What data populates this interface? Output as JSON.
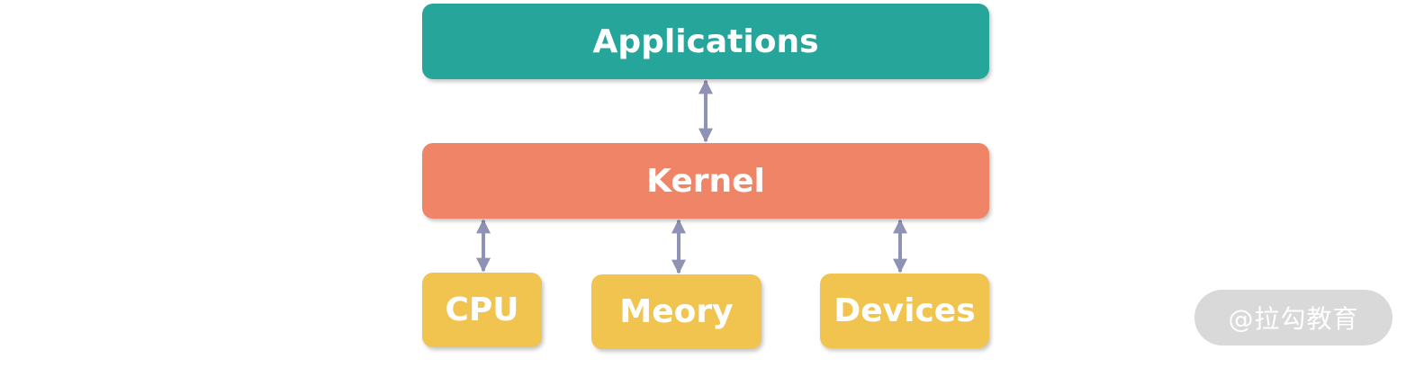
{
  "colors": {
    "applications": "#26a69a",
    "kernel": "#f08467",
    "hardware": "#f0c44e",
    "arrow": "#8e92b4",
    "watermark_bg": "#d9d9d9"
  },
  "boxes": {
    "applications": "Applications",
    "kernel": "Kernel",
    "cpu": "CPU",
    "memory": "Meory",
    "devices": "Devices"
  },
  "watermark": "@拉勾教育"
}
